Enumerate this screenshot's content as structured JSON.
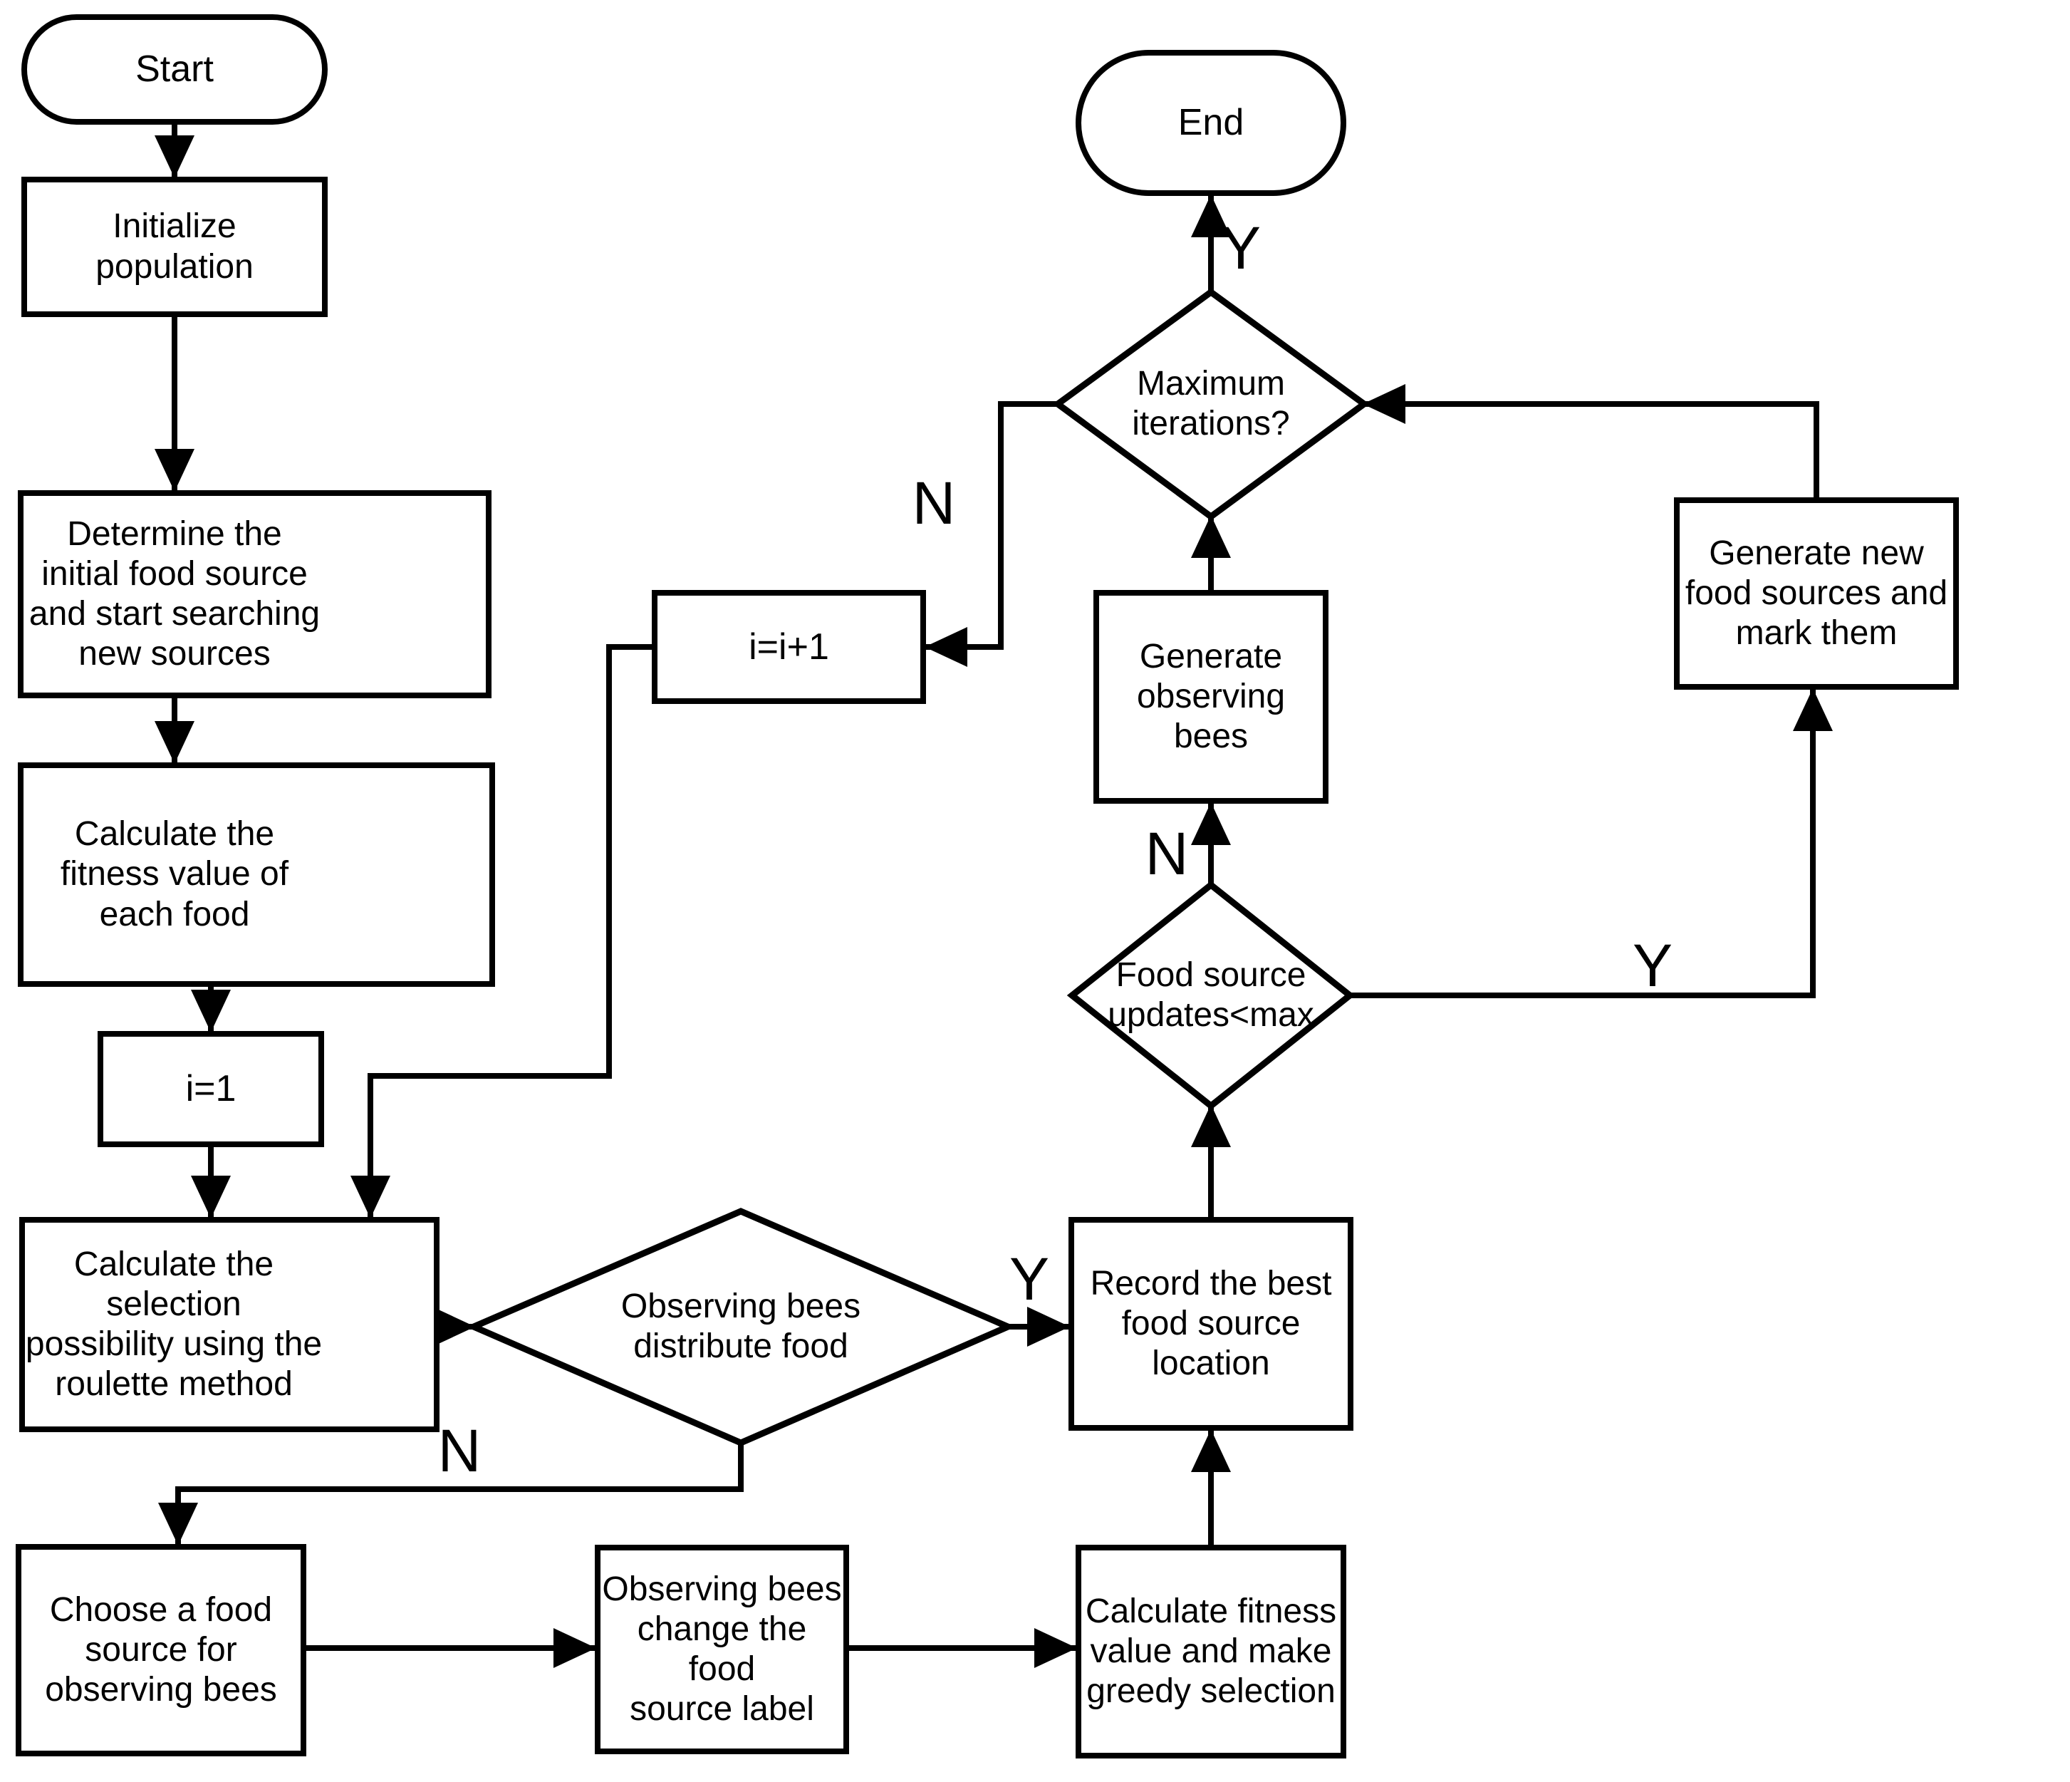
{
  "diagram": {
    "colors": {
      "stroke": "#000000",
      "fill": "#ffffff",
      "background": "#ffffff",
      "text": "#000000"
    },
    "nodes": {
      "start": {
        "label": "Start",
        "shape": "terminal"
      },
      "initialize": {
        "label": "Initialize\npopulation",
        "shape": "process"
      },
      "determine": {
        "label": "Determine the\ninitial food source\nand start searching\nnew sources",
        "shape": "process"
      },
      "calc_fitness": {
        "label": "Calculate the\nfitness value of\neach food",
        "shape": "process"
      },
      "i_equals_1": {
        "label": "i=1",
        "shape": "process"
      },
      "calc_selection": {
        "label": "Calculate the selection\npossibility using the\nroulette method",
        "shape": "process"
      },
      "observing_distribute": {
        "label": "Observing bees\ndistribute food",
        "shape": "decision"
      },
      "choose_food": {
        "label": "Choose a food\nsource for\nobserving bees",
        "shape": "process"
      },
      "observing_change": {
        "label": "Observing bees\nchange the food\nsource label",
        "shape": "process"
      },
      "calc_greedy": {
        "label": "Calculate fitness\nvalue and make\ngreedy selection",
        "shape": "process"
      },
      "record_best": {
        "label": "Record the best\nfood source\nlocation",
        "shape": "process"
      },
      "food_updates": {
        "label": "Food source\nupdates<max",
        "shape": "decision"
      },
      "generate_observing": {
        "label": "Generate\nobserving bees",
        "shape": "process"
      },
      "generate_new": {
        "label": "Generate new\nfood sources and\nmark them",
        "shape": "process"
      },
      "i_plus_1": {
        "label": "i=i+1",
        "shape": "process"
      },
      "max_iterations": {
        "label": "Maximum\niterations?",
        "shape": "decision"
      },
      "end": {
        "label": "End",
        "shape": "terminal"
      }
    },
    "edge_labels": {
      "max_iterations_yes": "Y",
      "max_iterations_no": "N",
      "food_updates_no": "N",
      "food_updates_yes": "Y",
      "observing_distribute_yes": "Y",
      "observing_distribute_no": "N"
    }
  }
}
